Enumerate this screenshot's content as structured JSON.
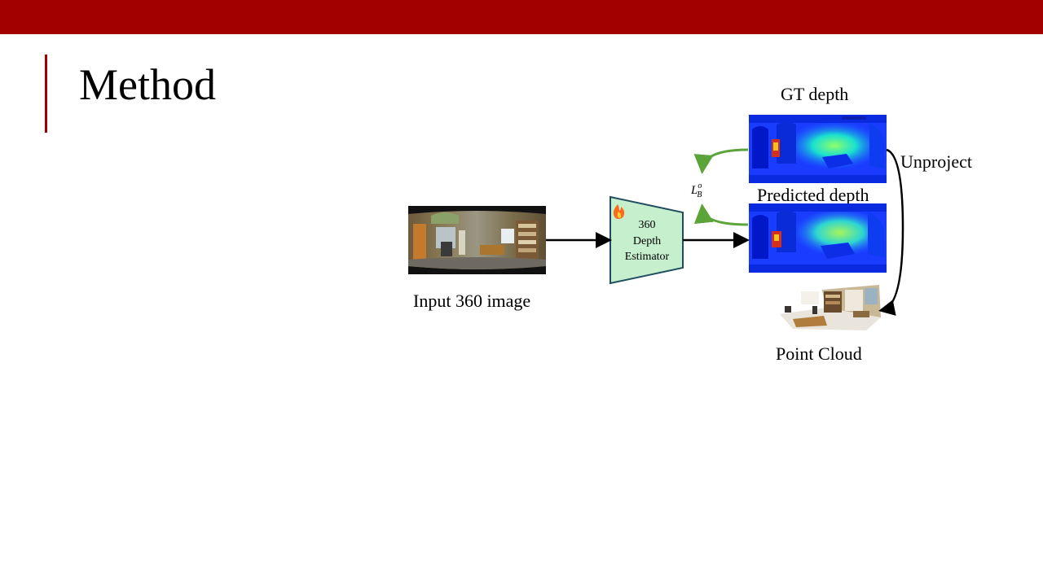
{
  "header": {
    "accent_color": "#a20000"
  },
  "slide": {
    "title": "Method"
  },
  "diagram": {
    "input_label": "Input 360 image",
    "estimator": {
      "line1": "360",
      "line2": "Depth",
      "line3": "Estimator",
      "icon": "fire-icon",
      "fill": "#c6efce",
      "border": "#1f4e5f"
    },
    "gt_label": "GT depth",
    "pred_label": "Predicted depth",
    "loss": {
      "base": "L",
      "superscript": "o",
      "subscript": "B"
    },
    "unproject_label": "Unproject",
    "pointcloud_label": "Point Cloud",
    "colors": {
      "loss_arrow": "#5aa43a",
      "flow_arrow": "#000000",
      "depth_bg": "#1a3cff"
    }
  }
}
